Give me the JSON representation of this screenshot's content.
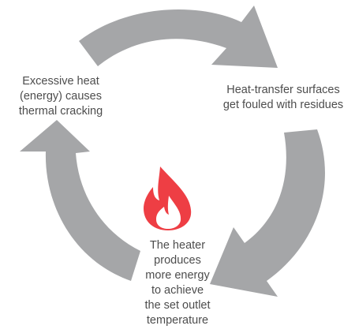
{
  "diagram": {
    "colors": {
      "arrow": "#a5a6a8",
      "flame": "#ee3e44",
      "text": "#4d4d4d",
      "background": "#ffffff"
    },
    "icons": {
      "center": "flame-icon"
    },
    "steps": [
      {
        "id": "cracking",
        "lines": [
          "Excessive heat",
          "(energy) causes",
          "thermal cracking"
        ]
      },
      {
        "id": "fouled",
        "lines": [
          "Heat-transfer surfaces",
          "get fouled with residues"
        ]
      },
      {
        "id": "heater",
        "lines": [
          "The heater",
          "produces",
          "more energy",
          "to achieve",
          "the set outlet",
          "temperature"
        ]
      }
    ]
  }
}
